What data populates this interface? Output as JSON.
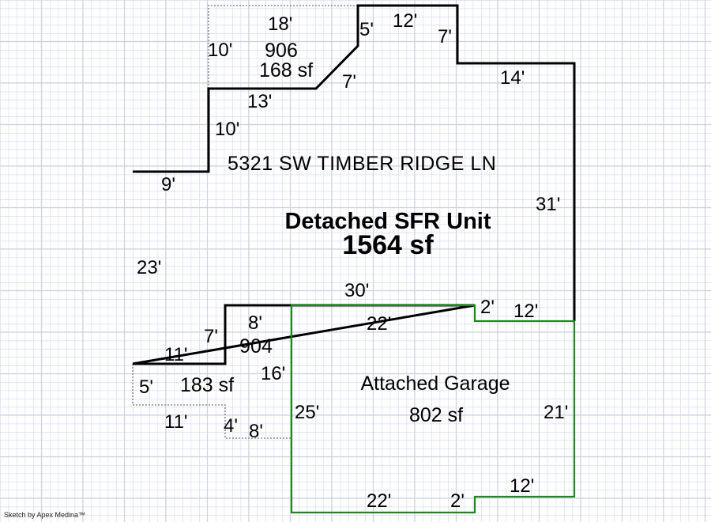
{
  "sketch": {
    "address": "5321 SW TIMBER RIDGE LN",
    "footer": "Sketch by Apex Medina™",
    "colors": {
      "house_outline": "#000000",
      "garage_outline": "#1a8a1a",
      "dotted_outline": "#777777",
      "grid_minor": "#d8dcf5",
      "grid_major": "#c4c4c4"
    },
    "areas": {
      "main": {
        "name": "Detached SFR Unit",
        "area": "1564 sf"
      },
      "garage": {
        "name": "Attached Garage",
        "area": "802 sf"
      },
      "area_906": {
        "code": "906",
        "area": "168 sf"
      },
      "area_904": {
        "code": "904",
        "area": "183 sf"
      }
    },
    "dimensions": {
      "d_18": "18'",
      "d_10_top": "10'",
      "d_5_top": "5'",
      "d_12_top": "12'",
      "d_7_right": "7'",
      "d_7_diag": "7'",
      "d_14": "14'",
      "d_13": "13'",
      "d_10_left": "10'",
      "d_9": "9'",
      "d_31": "31'",
      "d_23": "23'",
      "d_30": "30'",
      "d_2_top": "2'",
      "d_12_mid": "12'",
      "d_22_top": "22'",
      "d_8_top": "8'",
      "d_7_low": "7'",
      "d_11_top": "11'",
      "d_16": "16'",
      "d_5_low": "5'",
      "d_11_low": "11'",
      "d_4": "4'",
      "d_8_low": "8'",
      "d_25": "25'",
      "d_21": "21'",
      "d_12_bot": "12'",
      "d_22_bot": "22'",
      "d_2_bot": "2'"
    }
  }
}
